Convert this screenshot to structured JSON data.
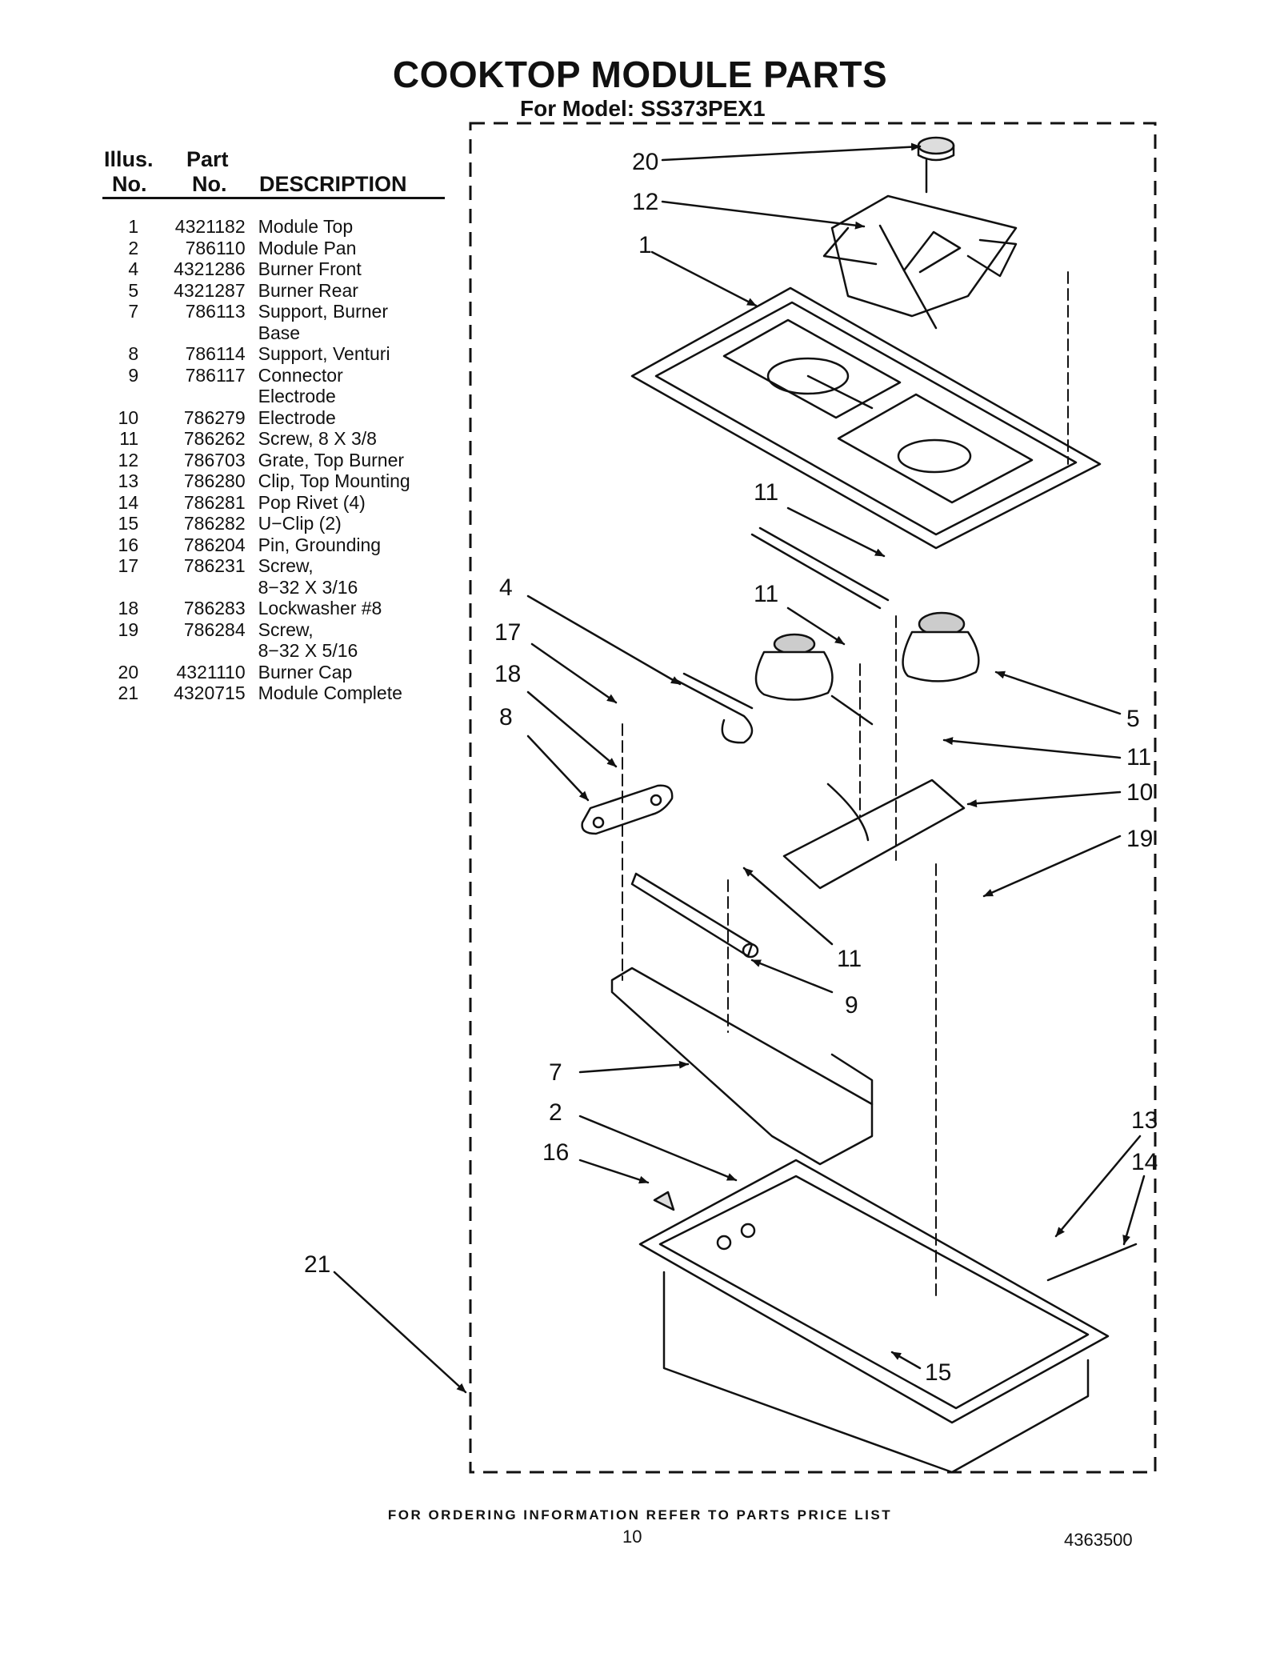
{
  "header": {
    "title": "COOKTOP MODULE PARTS",
    "model": "For Model: SS373PEX1"
  },
  "table": {
    "col_illus_1": "Illus.",
    "col_illus_2": "No.",
    "col_part_1": "Part",
    "col_part_2": "No.",
    "col_desc": "DESCRIPTION",
    "rows": [
      {
        "illus": "1",
        "part": "4321182",
        "desc": [
          "Module Top"
        ]
      },
      {
        "illus": "2",
        "part": "786110",
        "desc": [
          "Module Pan"
        ]
      },
      {
        "illus": "4",
        "part": "4321286",
        "desc": [
          "Burner Front"
        ]
      },
      {
        "illus": "5",
        "part": "4321287",
        "desc": [
          "Burner Rear"
        ]
      },
      {
        "illus": "7",
        "part": "786113",
        "desc": [
          "Support, Burner",
          "Base"
        ]
      },
      {
        "illus": "8",
        "part": "786114",
        "desc": [
          "Support, Venturi"
        ]
      },
      {
        "illus": "9",
        "part": "786117",
        "desc": [
          "Connector",
          "Electrode"
        ]
      },
      {
        "illus": "10",
        "part": "786279",
        "desc": [
          "Electrode"
        ]
      },
      {
        "illus": "11",
        "part": "786262",
        "desc": [
          "Screw, 8 X 3/8"
        ]
      },
      {
        "illus": "12",
        "part": "786703",
        "desc": [
          "Grate, Top Burner"
        ]
      },
      {
        "illus": "13",
        "part": "786280",
        "desc": [
          "Clip, Top Mounting"
        ]
      },
      {
        "illus": "14",
        "part": "786281",
        "desc": [
          "Pop Rivet (4)"
        ]
      },
      {
        "illus": "15",
        "part": "786282",
        "desc": [
          "U−Clip (2)"
        ]
      },
      {
        "illus": "16",
        "part": "786204",
        "desc": [
          "Pin, Grounding"
        ]
      },
      {
        "illus": "17",
        "part": "786231",
        "desc": [
          "Screw,",
          "8−32 X 3/16"
        ]
      },
      {
        "illus": "18",
        "part": "786283",
        "desc": [
          "Lockwasher #8"
        ]
      },
      {
        "illus": "19",
        "part": "786284",
        "desc": [
          "Screw,",
          "8−32 X 5/16"
        ]
      },
      {
        "illus": "20",
        "part": "4321110",
        "desc": [
          "Burner Cap"
        ]
      },
      {
        "illus": "21",
        "part": "4320715",
        "desc": [
          "Module Complete"
        ]
      }
    ]
  },
  "callouts": [
    "20",
    "12",
    "1",
    "11",
    "11",
    "4",
    "17",
    "18",
    "8",
    "5",
    "11",
    "10",
    "19",
    "11",
    "9",
    "7",
    "2",
    "16",
    "13",
    "14",
    "21",
    "15"
  ],
  "footer": {
    "ordering_note": "FOR ORDERING INFORMATION REFER TO PARTS PRICE LIST",
    "page_number": "10",
    "document_number": "4363500"
  }
}
